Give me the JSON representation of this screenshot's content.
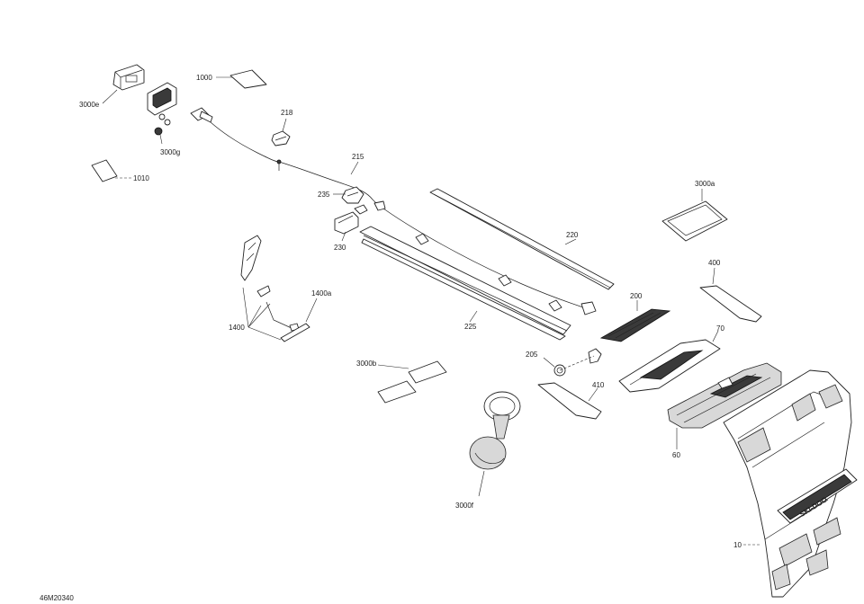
{
  "diagram": {
    "reference_code": "46M20340",
    "callouts": {
      "c3000e": "3000e",
      "c1000": "1000",
      "c218": "218",
      "c3000g": "3000g",
      "c1010": "1010",
      "c215": "215",
      "c235": "235",
      "c230": "230",
      "c220": "220",
      "c3000a": "3000a",
      "c400": "400",
      "c1400a": "1400a",
      "c1400": "1400",
      "c200": "200",
      "c225": "225",
      "c70": "70",
      "c205": "205",
      "c3000b": "3000b",
      "c410": "410",
      "c60": "60",
      "c3000f": "3000f",
      "c10": "10"
    },
    "hood_logo_text": "SKI-DOO",
    "colors": {
      "line": "#222222",
      "dark_fill": "#3a3a3a",
      "background": "#ffffff"
    }
  }
}
